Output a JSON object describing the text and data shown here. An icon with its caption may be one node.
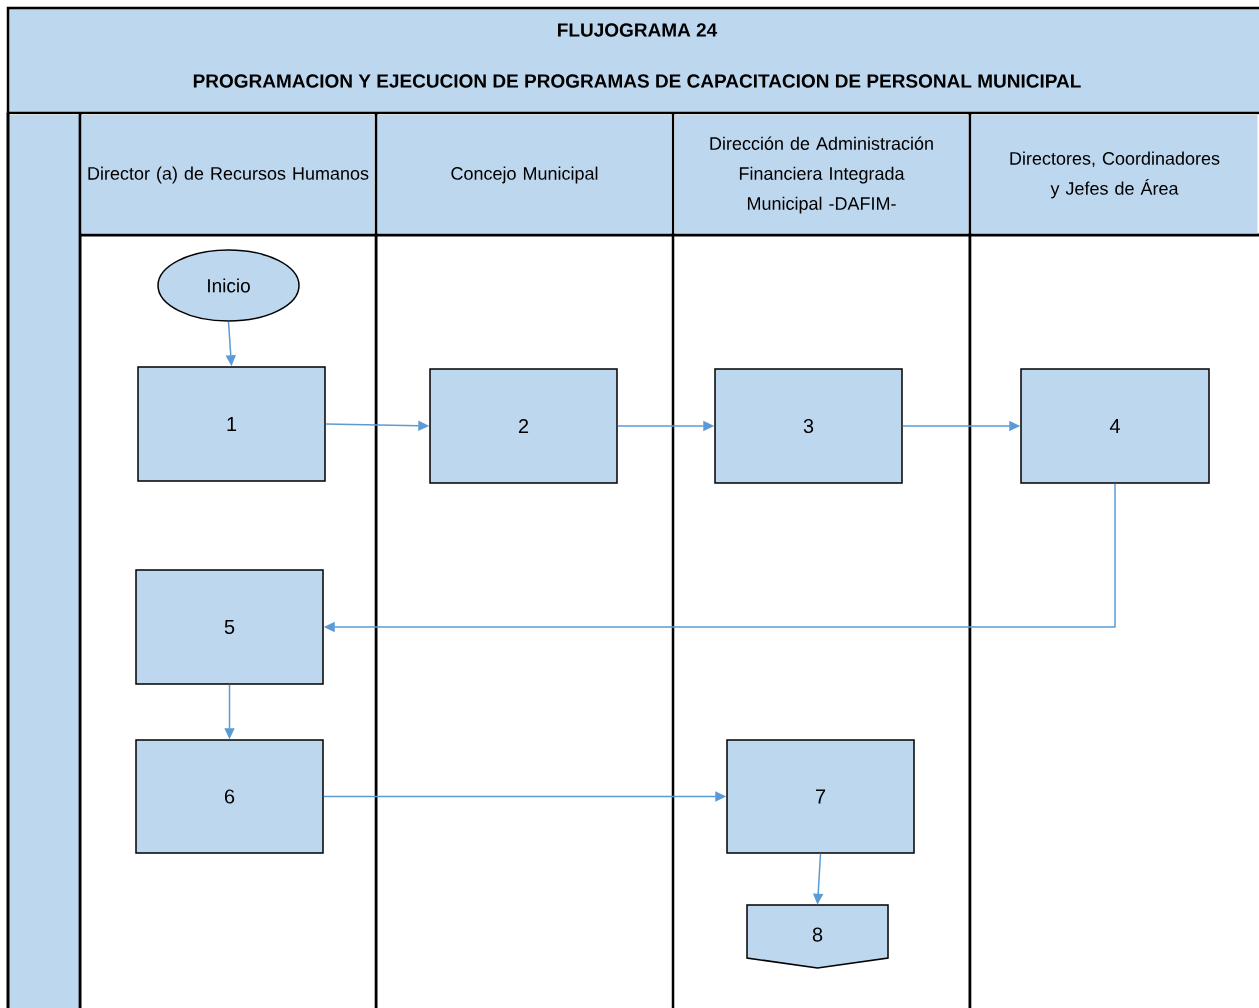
{
  "diagram": {
    "title": "FLUJOGRAMA 24",
    "nodes": [
      {
        "text": [
          "Director (a) de Recursos Humanos"
        ]
      },
      {
        "text": [
          "Concejo Municipal"
        ]
      },
      {
        "text": [
          "Dirección de Administración Financiera Integrada Municipal -DAFIM-"
        ]
      },
      {
        "text": [
          "Directores, Coordinadores y Jefes de Área"
        ]
      },
      {
        "text": [
          "Inicio"
        ]
      },
      {
        "text": [
          "1"
        ]
      },
      {
        "text": [
          "2"
        ]
      },
      {
        "text": [
          "3"
        ]
      },
      {
        "text": [
          "4"
        ]
      },
      {
        "text": [
          "5"
        ]
      },
      {
        "text": [
          "6"
        ]
      },
      {
        "text": [
          "7"
        ]
      },
      {
        "text": [
          "8"
        ]
      }
    ],
    "edges": [
      {
        "from": 4,
        "to": 5,
        "arrow": "to"
      },
      {
        "from": 5,
        "to": 6,
        "arrow": "to"
      },
      {
        "from": 6,
        "to": 7,
        "arrow": "to"
      },
      {
        "from": 7,
        "to": 8,
        "arrow": "to"
      },
      {
        "from": 8,
        "to": 9,
        "arrow": "to"
      },
      {
        "from": 9,
        "to": 10,
        "arrow": "to"
      },
      {
        "from": 10,
        "to": 11,
        "arrow": "to"
      },
      {
        "from": 11,
        "to": 12,
        "arrow": "to"
      }
    ],
    "labels": [
      "PROGRAMACION Y EJECUCION DE PROGRAMAS DE CAPACITACION DE PERSONAL MUNICIPAL"
    ]
  }
}
